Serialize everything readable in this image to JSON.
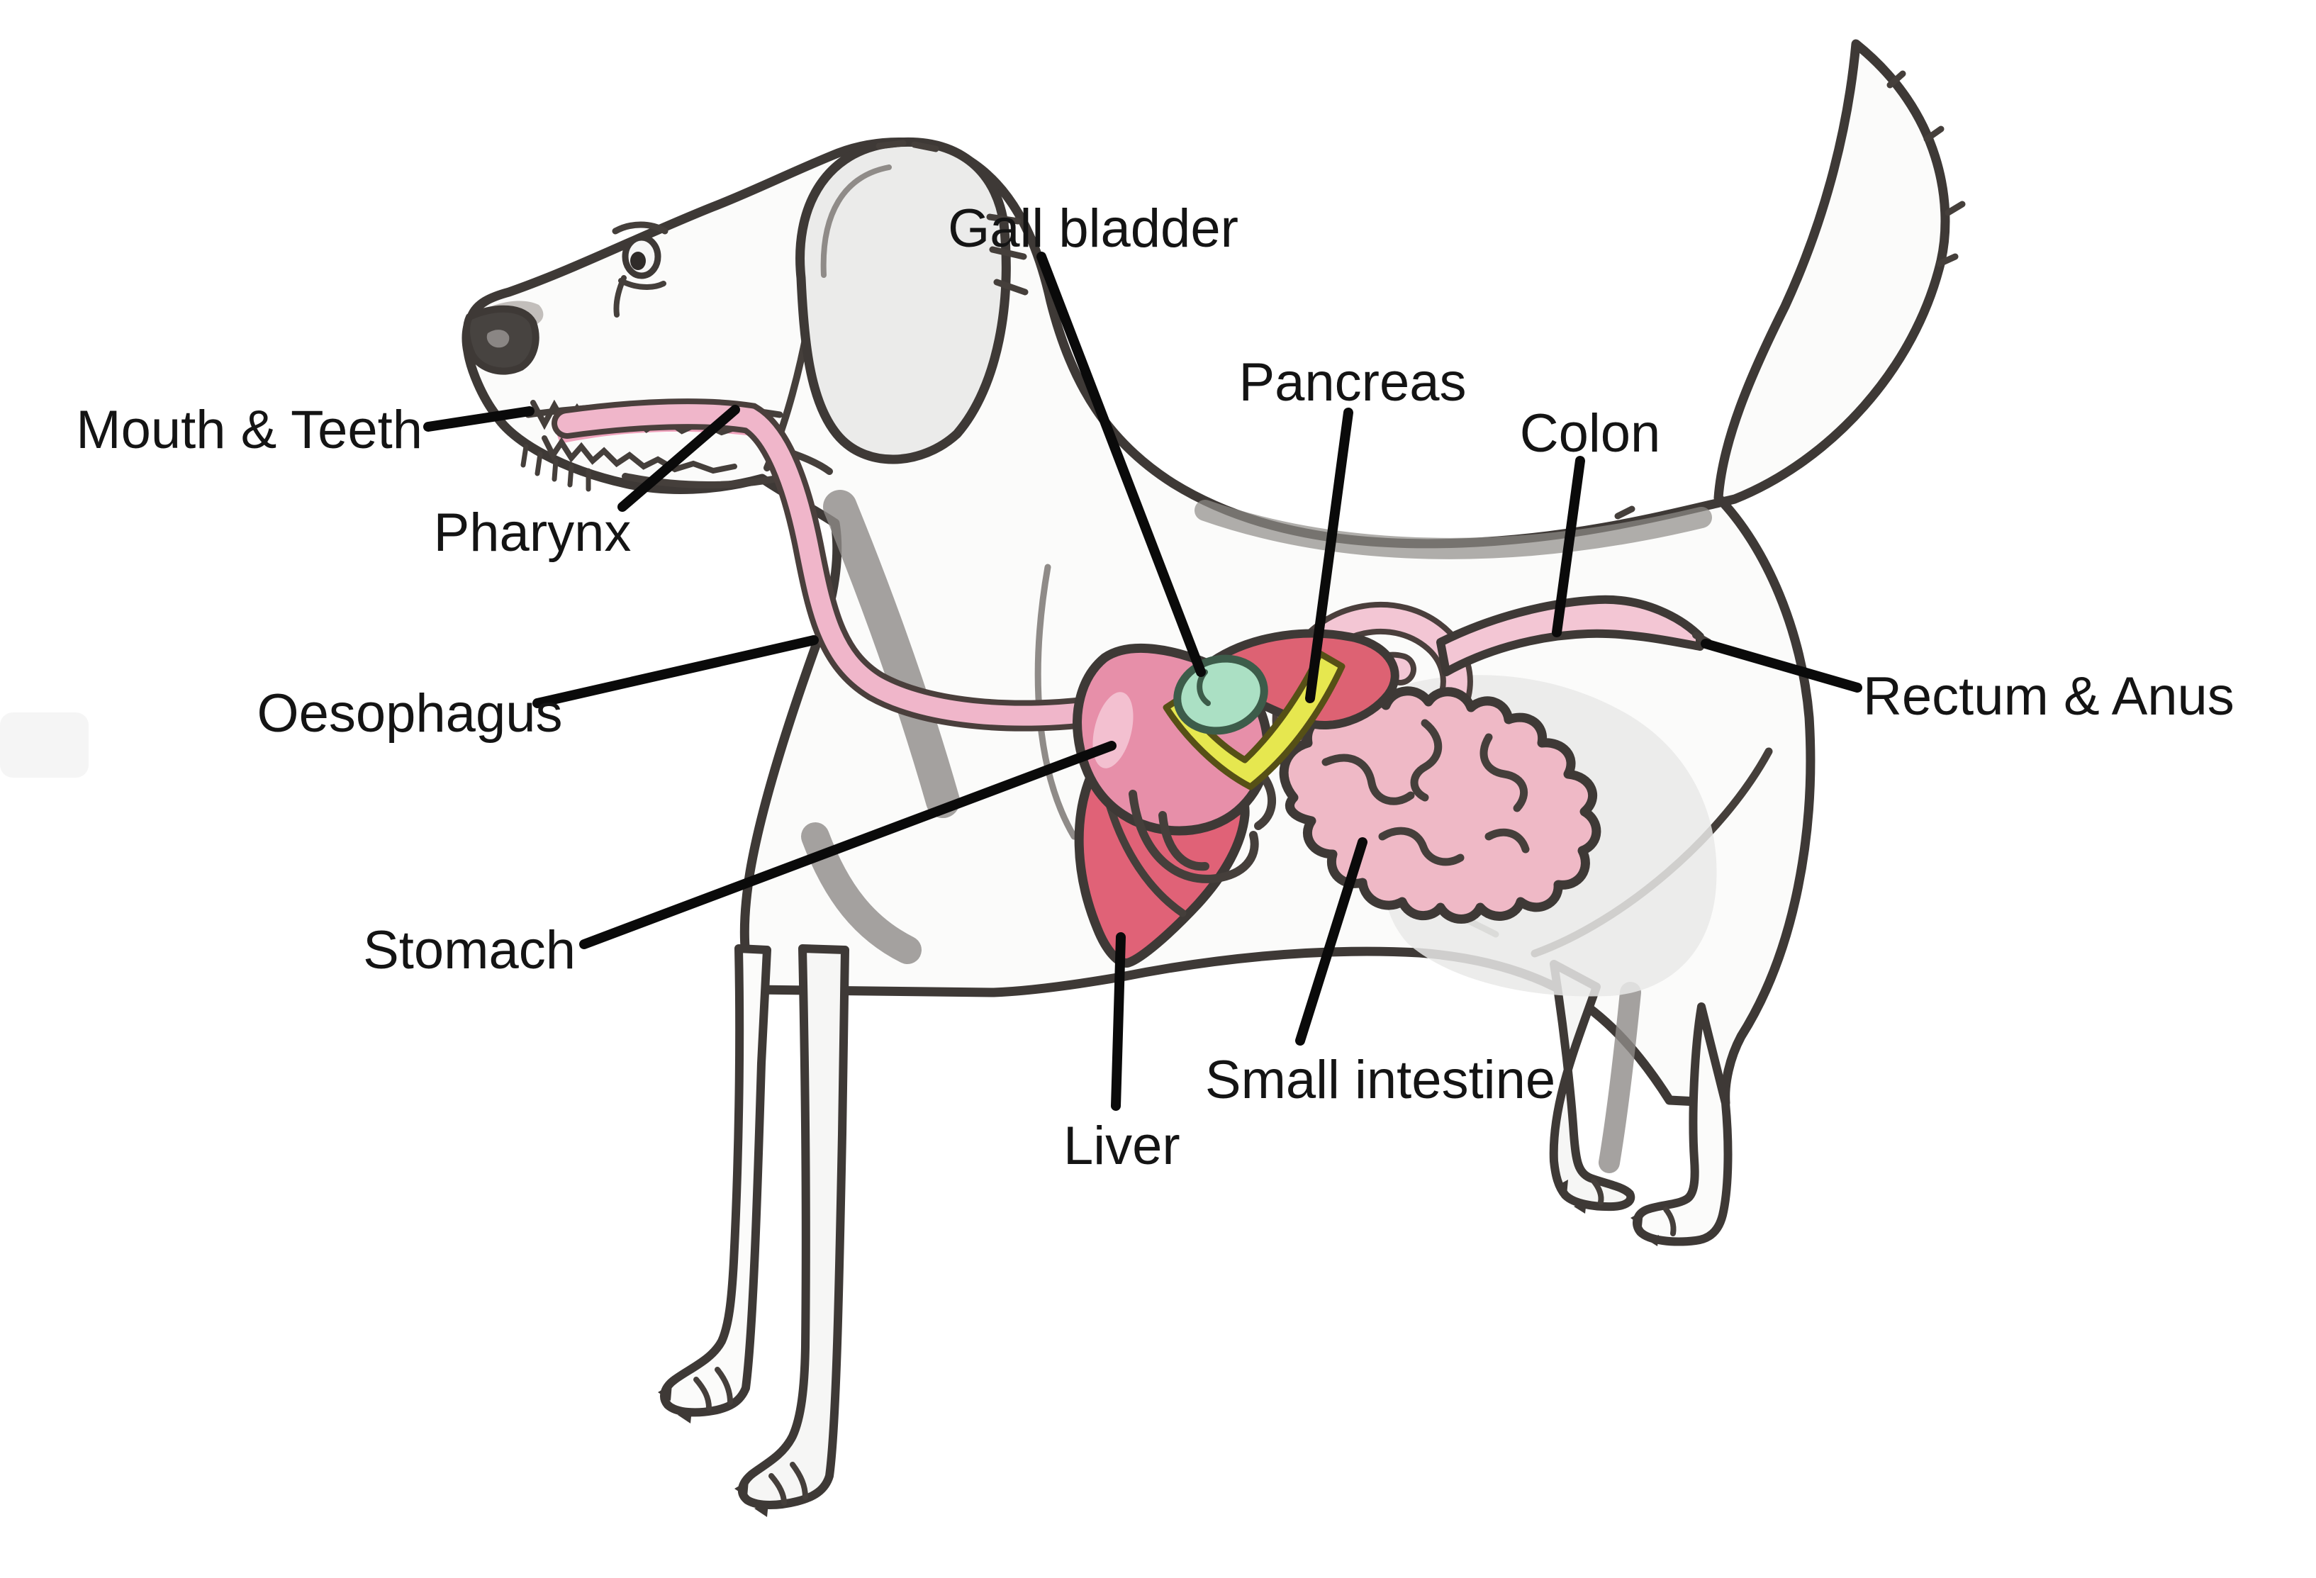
{
  "figure": {
    "kind": "hand-drawn anatomy diagram",
    "subject": "Digestive system of a dog (side view, labelled)"
  },
  "labels": {
    "mouth_teeth": {
      "text": "Mouth & Teeth"
    },
    "pharynx": {
      "text": "Pharynx"
    },
    "oesophagus": {
      "text": "Oesophagus"
    },
    "stomach": {
      "text": "Stomach"
    },
    "liver": {
      "text": "Liver"
    },
    "gall_bladder": {
      "text": "Gall bladder"
    },
    "pancreas": {
      "text": "Pancreas"
    },
    "colon": {
      "text": "Colon"
    },
    "small_intestine": {
      "text": "Small intestine"
    },
    "rectum_anus": {
      "text": "Rectum & Anus"
    }
  },
  "colors": {
    "label_text": "#141414",
    "leader": "#0a0a0a",
    "outline": "#3e3936",
    "body_fill": "#fbfbfa",
    "shade": "#e9e9e8",
    "ear": "#ebebea",
    "nose": "#474340",
    "gums": "#f0a3bd",
    "oesophagus": "#f0b6ca",
    "stomach": "#e78fa9",
    "stomach_highlight": "#f3c0d0",
    "liver": "#e06277",
    "duodenum": "#dd6273",
    "gall_bladder": "#abe0c4",
    "pancreas": "#e6e74f",
    "small_intestine": "#efb9c6",
    "colon": "#f3c6d4"
  }
}
